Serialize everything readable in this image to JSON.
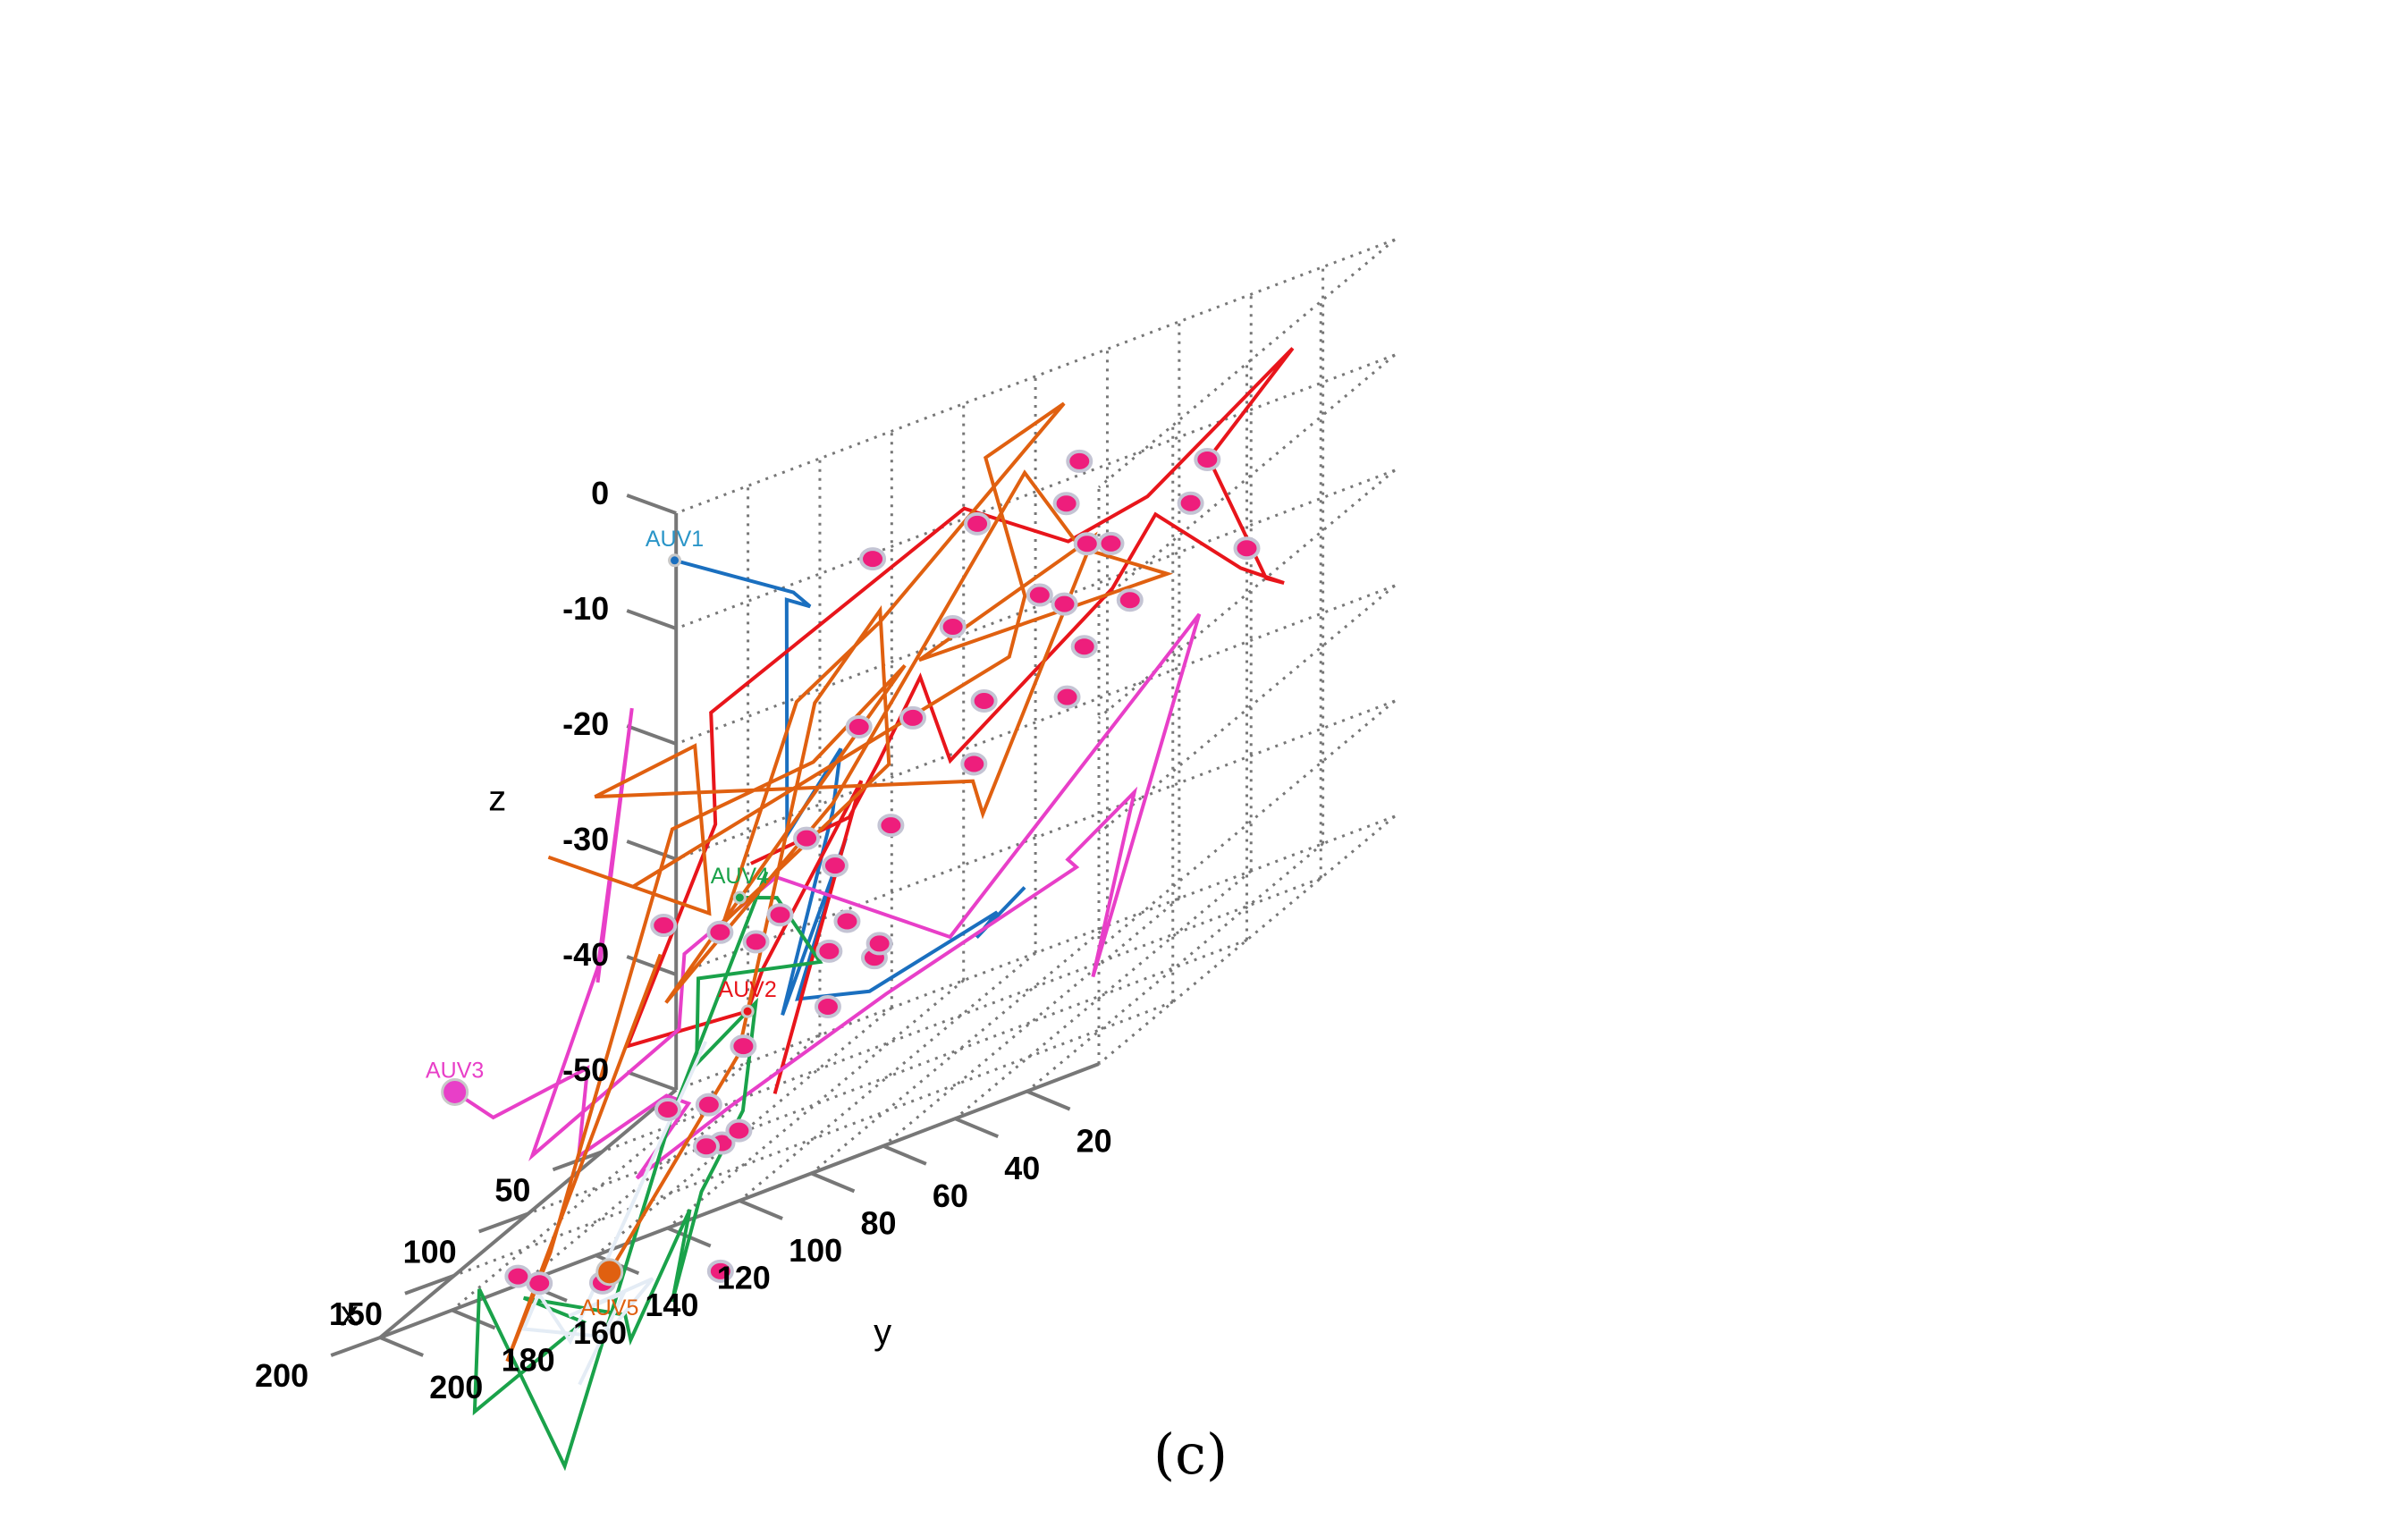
{
  "caption": "(c)",
  "chart_data": {
    "type": "line",
    "xlabel": "x",
    "ylabel": "y",
    "zlabel": "z",
    "xlim": [
      0,
      200
    ],
    "ylim": [
      0,
      200
    ],
    "zlim": [
      -50,
      0
    ],
    "grid": true,
    "x_ticks": [
      "50",
      "100",
      "150",
      "200"
    ],
    "y_ticks": [
      "20",
      "40",
      "60",
      "80",
      "100",
      "120",
      "140",
      "160",
      "180",
      "200"
    ],
    "z_ticks": [
      "0",
      "-10",
      "-20",
      "-30",
      "-40",
      "-50"
    ],
    "series": [
      {
        "name": "AUV1",
        "color": "#1a6fbf",
        "label_color": "#2a95c8",
        "points": [
          [
            52,
            179,
            -1
          ],
          [
            81,
            134,
            -6
          ],
          [
            77,
            131,
            -8
          ],
          [
            88,
            133,
            -6
          ],
          [
            95,
            130,
            -26
          ],
          [
            100,
            113,
            -20
          ],
          [
            103,
            114,
            -25
          ],
          [
            120,
            121,
            -40
          ],
          [
            133,
            98,
            -26
          ],
          [
            139,
            109,
            -38
          ],
          [
            151,
            84,
            -39
          ],
          [
            157,
            46,
            -36
          ],
          [
            183,
            41,
            -36
          ],
          [
            187,
            26,
            -33
          ]
        ]
      },
      {
        "name": "AUV2",
        "color": "#e8151b",
        "label_color": "#e8151b",
        "points": [
          [
            164,
            105,
            -44
          ],
          [
            142,
            90,
            -21
          ],
          [
            143,
            117,
            -34
          ],
          [
            129,
            127,
            -38
          ],
          [
            130,
            160,
            -37
          ],
          [
            107,
            145,
            -22
          ],
          [
            93,
            152,
            -13
          ],
          [
            53,
            98,
            -6
          ],
          [
            58,
            67,
            -12
          ],
          [
            36,
            54,
            -12
          ],
          [
            35,
            14,
            -4
          ],
          [
            14,
            46,
            -12
          ],
          [
            2,
            35,
            -25
          ],
          [
            2,
            30,
            -26
          ],
          [
            58,
            19,
            -20
          ],
          [
            67,
            39,
            -12
          ],
          [
            67,
            51,
            -17
          ],
          [
            94,
            85,
            -25
          ],
          [
            107,
            88,
            -16
          ],
          [
            109,
            99,
            -22
          ],
          [
            121,
            102,
            -25
          ],
          [
            117,
            131,
            -26
          ]
        ]
      },
      {
        "name": "AUV3",
        "color": "#e83fc8",
        "label_color": "#e83fc8",
        "points": [
          [
            186,
            185,
            -32
          ],
          [
            160,
            185,
            -37
          ],
          [
            174,
            153,
            -35
          ],
          [
            180,
            153,
            -42
          ],
          [
            174,
            131,
            -40
          ],
          [
            164,
            129,
            -42
          ],
          [
            160,
            145,
            -47
          ],
          [
            140,
            127,
            -45
          ],
          [
            130,
            88,
            -41
          ],
          [
            118,
            40,
            -37
          ],
          [
            153,
            28,
            -34
          ],
          [
            125,
            21,
            -32
          ],
          [
            153,
            21,
            -45
          ],
          [
            120,
            5,
            -19
          ],
          [
            133,
            69,
            -38
          ],
          [
            117,
            124,
            -28
          ],
          [
            145,
            138,
            -30
          ],
          [
            151,
            137,
            -36
          ],
          [
            153,
            177,
            -42
          ],
          [
            99,
            181,
            -31
          ],
          [
            76,
            181,
            -11
          ],
          [
            70,
            193,
            -34
          ]
        ]
      },
      {
        "name": "AUV4",
        "color": "#1aa24a",
        "label_color": "#1aa24a",
        "points": [
          [
            127,
            130,
            -28
          ],
          [
            131,
            118,
            -29
          ],
          [
            148,
            99,
            -35
          ],
          [
            155,
            130,
            -32
          ],
          [
            144,
            135,
            -40
          ],
          [
            138,
            121,
            -37
          ],
          [
            154,
            118,
            -45
          ],
          [
            148,
            132,
            -51
          ],
          [
            158,
            136,
            -59
          ],
          [
            168,
            127,
            -51
          ],
          [
            174,
            141,
            -60
          ],
          [
            168,
            145,
            -58
          ],
          [
            154,
            179,
            -54
          ],
          [
            172,
            155,
            -57
          ],
          [
            158,
            191,
            -62
          ],
          [
            150,
            193,
            -52
          ],
          [
            170,
            161,
            -69
          ],
          [
            159,
            136,
            -43
          ],
          [
            138,
            118,
            -26
          ]
        ]
      },
      {
        "name": "AUV5",
        "color": "#e06010",
        "label_color": "#e06010",
        "points": [
          [
            147,
            158,
            -55
          ],
          [
            104,
            140,
            -43
          ],
          [
            120,
            112,
            -14
          ],
          [
            71,
            114,
            -11
          ],
          [
            82,
            107,
            -24
          ],
          [
            104,
            144,
            -31
          ],
          [
            74,
            136,
            -16
          ],
          [
            71,
            114,
            -12
          ],
          [
            5,
            90,
            -3
          ],
          [
            41,
            97,
            -3
          ],
          [
            80,
            70,
            -14
          ],
          [
            93,
            69,
            -18
          ],
          [
            136,
            156,
            -23
          ],
          [
            113,
            189,
            -19
          ],
          [
            116,
            143,
            -29
          ],
          [
            99,
            154,
            -15
          ],
          [
            118,
            174,
            -15
          ],
          [
            103,
            75,
            -27
          ],
          [
            106,
            71,
            -30
          ],
          [
            65,
            57,
            -12
          ],
          [
            30,
            120,
            -19
          ],
          [
            8,
            60,
            -21
          ],
          [
            6,
            85,
            -16
          ],
          [
            0,
            103,
            -8
          ],
          [
            6,
            154,
            -30
          ],
          [
            36,
            188,
            -40
          ],
          [
            30,
            124,
            -19
          ],
          [
            53,
            140,
            -23
          ],
          [
            73,
            171,
            -23
          ],
          [
            119,
            186,
            -53
          ],
          [
            136,
            191,
            -60
          ],
          [
            98,
            164,
            -32
          ]
        ]
      },
      {
        "name": "",
        "color": "#e4ecf5",
        "label_color": "#e4ecf5",
        "points": [
          [
            116,
            144,
            -40
          ],
          [
            142,
            171,
            -60
          ],
          [
            156,
            174,
            -54
          ],
          [
            166,
            174,
            -56
          ],
          [
            189,
            142,
            -58
          ],
          [
            181,
            132,
            -55
          ],
          [
            172,
            159,
            -56
          ],
          [
            169,
            145,
            -56
          ],
          [
            160,
            161,
            -63
          ]
        ]
      }
    ],
    "targets": [
      [
        15,
        46,
        -12
      ],
      [
        15,
        35,
        -21
      ],
      [
        48,
        68,
        -6
      ],
      [
        66,
        89,
        -7
      ],
      [
        76,
        114,
        -6
      ],
      [
        70,
        70,
        -15
      ],
      [
        85,
        88,
        -14
      ],
      [
        95,
        95,
        -20
      ],
      [
        111,
        118,
        -26
      ],
      [
        95,
        110,
        -19
      ],
      [
        52,
        70,
        -9
      ],
      [
        72,
        56,
        -12
      ],
      [
        93,
        76,
        -21
      ],
      [
        69,
        58,
        -21
      ],
      [
        43,
        56,
        -20
      ],
      [
        29,
        80,
        -19
      ],
      [
        68,
        51,
        -13
      ],
      [
        19,
        49,
        -15
      ],
      [
        117,
        43,
        -22
      ],
      [
        61,
        92,
        -28
      ],
      [
        120,
        108,
        -36
      ],
      [
        156,
        123,
        -47
      ],
      [
        135,
        136,
        -48
      ],
      [
        126,
        139,
        -45
      ],
      [
        130,
        129,
        -48
      ],
      [
        127,
        129,
        -41
      ],
      [
        107,
        127,
        -32
      ],
      [
        116,
        140,
        -31
      ],
      [
        157,
        123,
        -58
      ],
      [
        121,
        95,
        -38
      ],
      [
        103,
        101,
        -38
      ],
      [
        82,
        122,
        -31
      ],
      [
        82,
        124,
        -43
      ],
      [
        88,
        104,
        -29
      ],
      [
        82,
        144,
        -35
      ],
      [
        103,
        110,
        -35
      ],
      [
        159,
        155,
        -55
      ],
      [
        91,
        166,
        -30
      ],
      [
        141,
        180,
        -54
      ],
      [
        170,
        174,
        -51
      ],
      [
        110,
        157,
        -45
      ]
    ],
    "start_markers": [
      {
        "name": "AUV1",
        "point": [
          52,
          179,
          -1
        ]
      },
      {
        "name": "AUV2",
        "point": [
          129,
          127,
          -38
        ]
      },
      {
        "name": "AUV3",
        "point": [
          186,
          185,
          -32
        ]
      },
      {
        "name": "AUV4",
        "point": [
          127,
          130,
          -28
        ]
      },
      {
        "name": "AUV5",
        "point": [
          147,
          158,
          -55
        ]
      }
    ]
  }
}
